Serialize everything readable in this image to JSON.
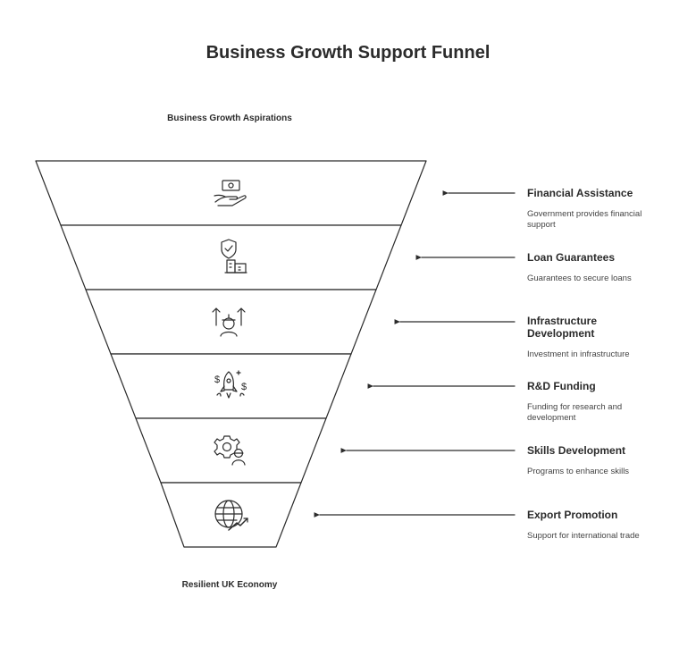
{
  "title": "Business Growth Support Funnel",
  "top_caption": "Business Growth Aspirations",
  "bottom_caption": "Resilient UK Economy",
  "stages": [
    {
      "heading": "Financial Assistance",
      "description": "Government provides financial support",
      "icon": "money-hand-icon"
    },
    {
      "heading": "Loan Guarantees",
      "description": "Guarantees to secure loans",
      "icon": "shield-building-icon"
    },
    {
      "heading": "Infrastructure Development",
      "description": "Investment in infrastructure",
      "icon": "worker-growth-icon"
    },
    {
      "heading": "R&D Funding",
      "description": "Funding for research and development",
      "icon": "rocket-dollar-icon"
    },
    {
      "heading": "Skills Development",
      "description": "Programs to enhance skills",
      "icon": "gear-worker-icon"
    },
    {
      "heading": "Export Promotion",
      "description": "Support for international trade",
      "icon": "globe-trend-icon"
    }
  ],
  "colors": {
    "stroke": "#2b2b2b",
    "fill": "#ffffff",
    "text": "#2b2b2b"
  }
}
